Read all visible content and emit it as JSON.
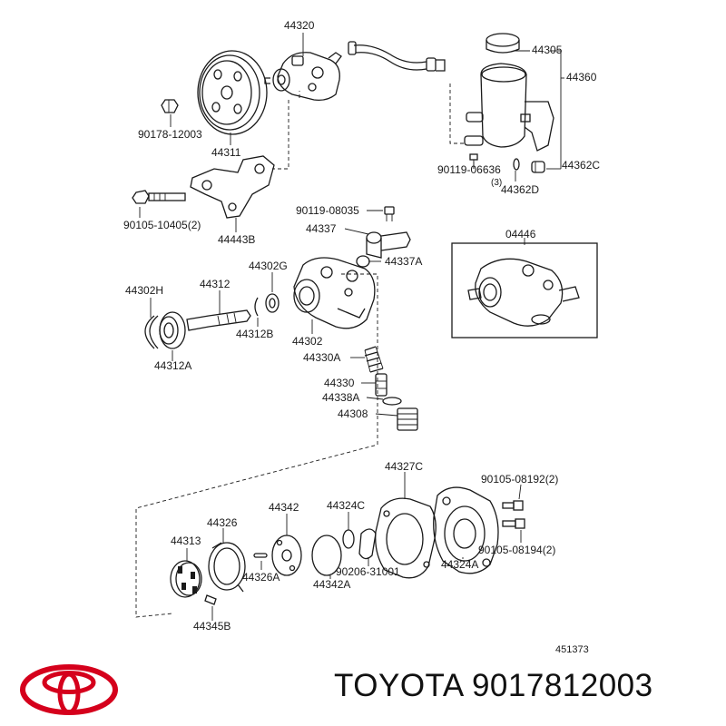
{
  "diagram": {
    "labels": [
      "44320",
      "44305",
      "44360",
      "90178-12003",
      "44311",
      "90119-06636",
      "44362C",
      "(3)",
      "44362D",
      "90105-10405(2)",
      "44443B",
      "90119-08035",
      "44337",
      "44337A",
      "04446",
      "44302G",
      "44302H",
      "44312",
      "44312B",
      "44302",
      "44312A",
      "44330A",
      "44330",
      "44338A",
      "44308",
      "44327C",
      "90105-08192(2)",
      "44342",
      "44324C",
      "44326",
      "44313",
      "90105-08194(2)",
      "44326A",
      "90206-31001",
      "44324A",
      "44342A",
      "44345B",
      "451373"
    ]
  },
  "brand": {
    "logo_name": "toyota-logo",
    "caption": "TOYOTA 9017812003",
    "logo_color": "#d5001c"
  }
}
